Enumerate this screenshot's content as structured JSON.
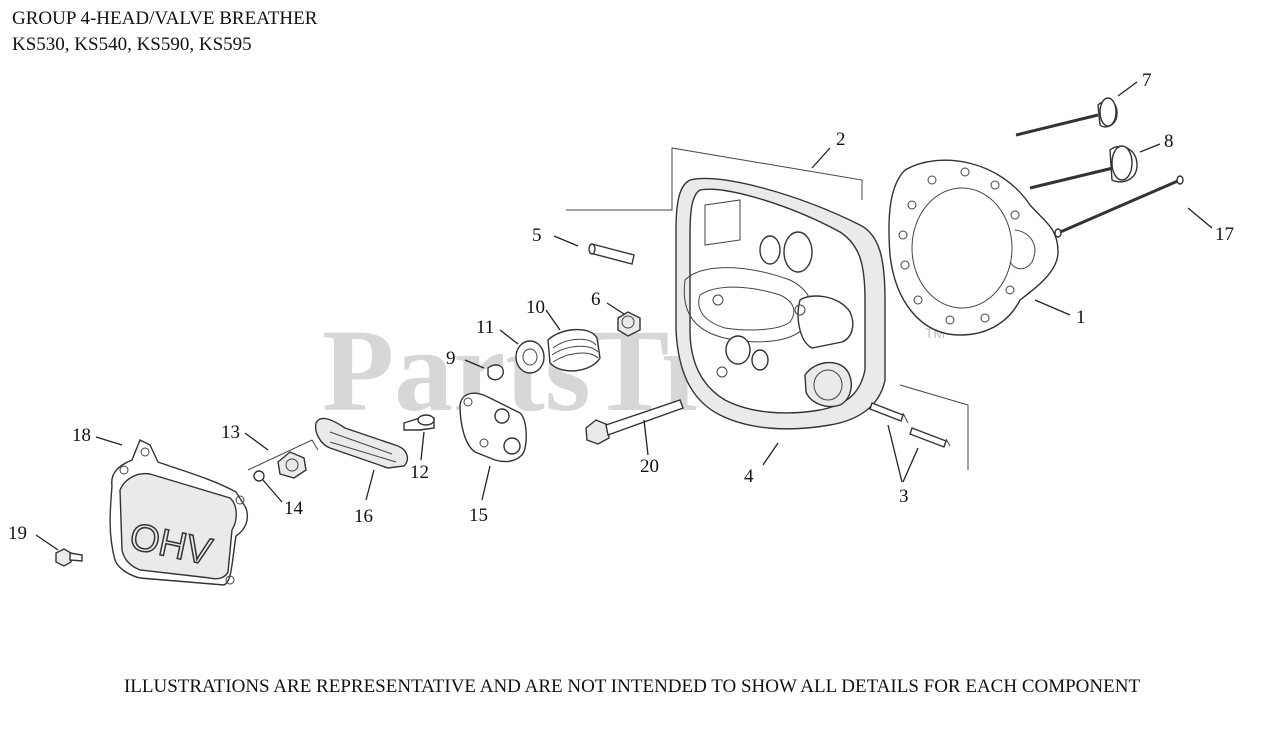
{
  "header": {
    "title": "GROUP 4-HEAD/VALVE BREATHER",
    "models": "KS530, KS540, KS590, KS595"
  },
  "watermark": {
    "text": "PartsTree",
    "tm": "TM"
  },
  "cover_text": "OHV",
  "callouts": {
    "c1": "1",
    "c2": "2",
    "c3": "3",
    "c4": "4",
    "c5": "5",
    "c6": "6",
    "c7": "7",
    "c8": "8",
    "c9": "9",
    "c10": "10",
    "c11": "11",
    "c12": "12",
    "c13": "13",
    "c14": "14",
    "c15": "15",
    "c16": "16",
    "c17": "17",
    "c18": "18",
    "c19": "19",
    "c20": "20"
  },
  "footer": "ILLUSTRATIONS ARE REPRESENTATIVE AND ARE NOT INTENDED TO SHOW ALL DETAILS FOR EACH COMPONENT"
}
